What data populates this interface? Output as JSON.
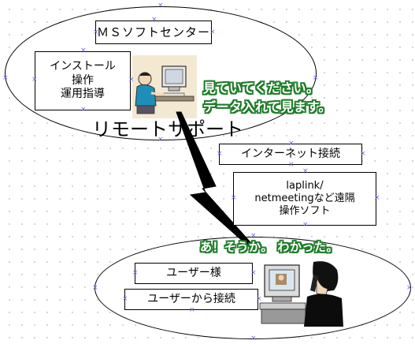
{
  "top_group": {
    "header_box": "ＭＳソフトセンター",
    "task_box": [
      "インストール",
      "操作",
      "運用指導"
    ],
    "title": "リモートサポート",
    "callout": [
      "見ていてください。",
      "データ入れて見ます。"
    ]
  },
  "middle": {
    "connection_box": "インターネット接続",
    "software_box": [
      "laplink/",
      "netmeetingなど遠隔",
      "操作ソフト"
    ]
  },
  "bottom_group": {
    "callout": "あ！そうか。 わかった。",
    "user_box": "ユーザー様",
    "connect_box": "ユーザーから接続"
  },
  "colors": {
    "callout_fill": "#ffffff",
    "callout_outline": "#1f7d2a",
    "handles": "#6a6adf",
    "lightning": "#000000"
  },
  "icons": [
    "support-staff-at-computer-icon",
    "user-on-phone-at-computer-icon",
    "lightning-bolt-icon"
  ]
}
